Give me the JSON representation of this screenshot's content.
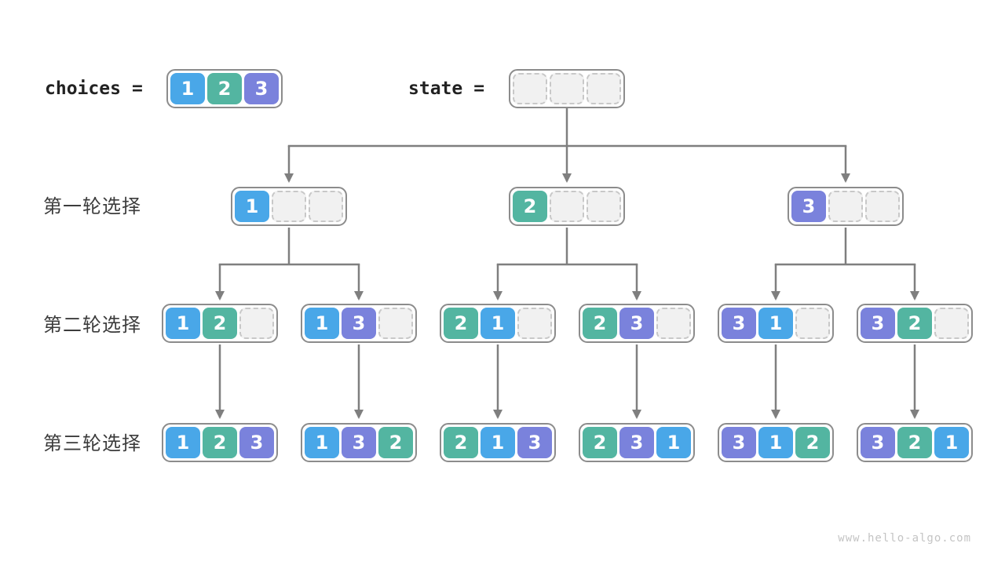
{
  "header": {
    "choices_label": "choices",
    "equals_sign": "=",
    "choices_values": [
      "1",
      "2",
      "3"
    ],
    "state_label": "state",
    "state_values": [
      "",
      "",
      ""
    ]
  },
  "tree": {
    "rows": [
      {
        "label": "第一轮选择",
        "boxes": [
          [
            "1",
            "",
            ""
          ],
          [
            "2",
            "",
            ""
          ],
          [
            "3",
            "",
            ""
          ]
        ]
      },
      {
        "label": "第二轮选择",
        "boxes": [
          [
            "1",
            "2",
            ""
          ],
          [
            "1",
            "3",
            ""
          ],
          [
            "2",
            "1",
            ""
          ],
          [
            "2",
            "3",
            ""
          ],
          [
            "3",
            "1",
            ""
          ],
          [
            "3",
            "2",
            ""
          ]
        ]
      },
      {
        "label": "第三轮选择",
        "boxes": [
          [
            "1",
            "2",
            "3"
          ],
          [
            "1",
            "3",
            "2"
          ],
          [
            "2",
            "1",
            "3"
          ],
          [
            "2",
            "3",
            "1"
          ],
          [
            "3",
            "1",
            "2"
          ],
          [
            "3",
            "2",
            "1"
          ]
        ]
      }
    ]
  },
  "footer": {
    "watermark": "www.hello-algo.com"
  },
  "colors": {
    "value1": "#49a7e8",
    "value2": "#53b5a1",
    "value3": "#7a82dc",
    "emptyFill": "#f1f1f1",
    "emptyBorder": "#c8c8c8",
    "boxBorder": "#8c8c8c",
    "arrow": "#7f7f7f",
    "labelText": "#3c3c3c",
    "codeText": "#222222",
    "watermark": "#c4c4c4"
  }
}
